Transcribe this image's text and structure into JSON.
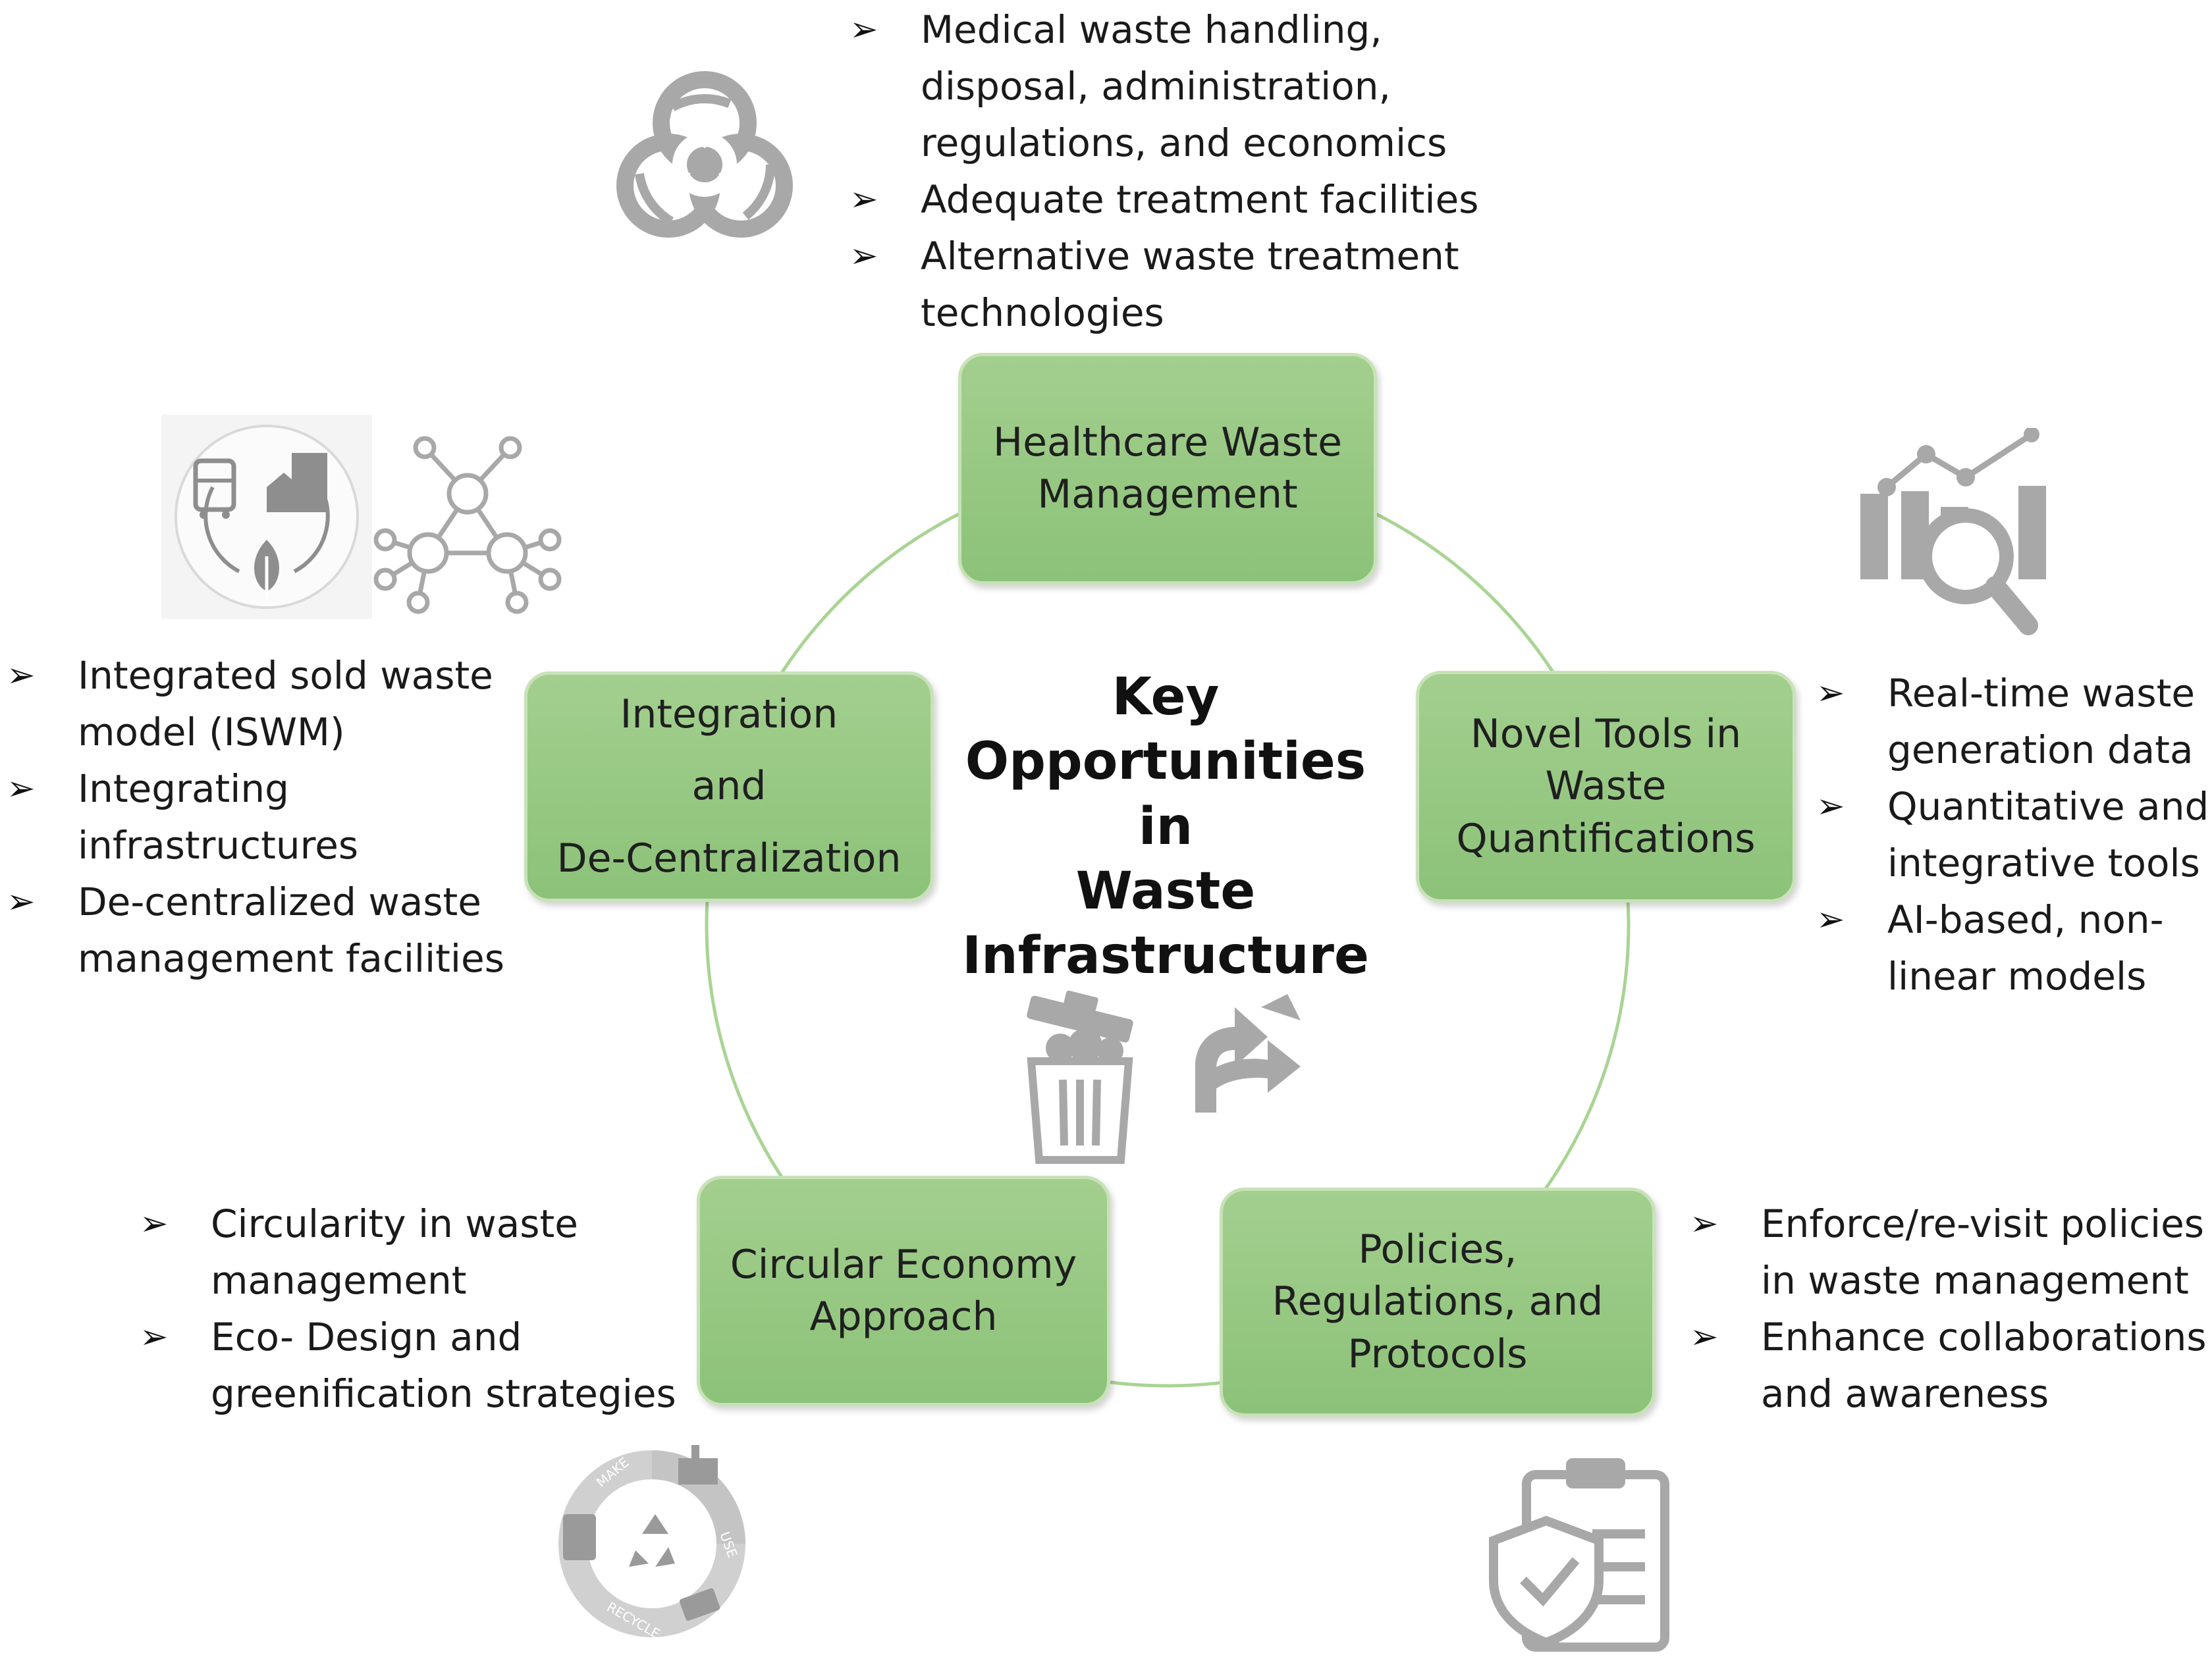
{
  "center_title": "Key\nOpportunities in\nWaste\nInfrastructure",
  "boxes": {
    "healthcare": "Healthcare Waste\nManagement",
    "novel_tools": "Novel Tools in\nWaste\nQuantifications",
    "policies": "Policies,\nRegulations, and\nProtocols",
    "circular": "Circular Economy\nApproach",
    "integration": "Integration\nand\nDe-Centralization"
  },
  "bullets": {
    "healthcare": [
      "Medical waste handling,\ndisposal, administration,\nregulations, and economics",
      "Adequate treatment facilities",
      "Alternative waste treatment\ntechnologies"
    ],
    "novel_tools": [
      "Real-time waste\ngeneration data",
      "Quantitative and\nintegrative tools",
      "AI-based, non-\nlinear models"
    ],
    "policies": [
      "Enforce/re-visit policies\nin waste management",
      "Enhance collaborations\nand awareness"
    ],
    "circular": [
      "Circularity in waste\nmanagement",
      "Eco- Design and\ngreenification strategies"
    ],
    "integration": [
      "Integrated sold waste\nmodel (ISWM)",
      "Integrating\ninfrastructures",
      "De-centralized waste\nmanagement facilities"
    ]
  },
  "recycle_labels": {
    "make": "MAKE",
    "use": "USE",
    "recycle": "RECYCLE"
  },
  "icons": [
    "biohazard-icon",
    "city-ecosystem-icon",
    "network-icon",
    "chart-magnifier-icon",
    "trash-can-icon",
    "diverging-arrows-icon",
    "recycle-cycle-icon",
    "policy-clipboard-icon"
  ],
  "colors": {
    "box_fill": "#96c882",
    "box_border": "#c8e2b8",
    "ring": "#a9d494",
    "icon_gray": "#a0a0a0"
  }
}
